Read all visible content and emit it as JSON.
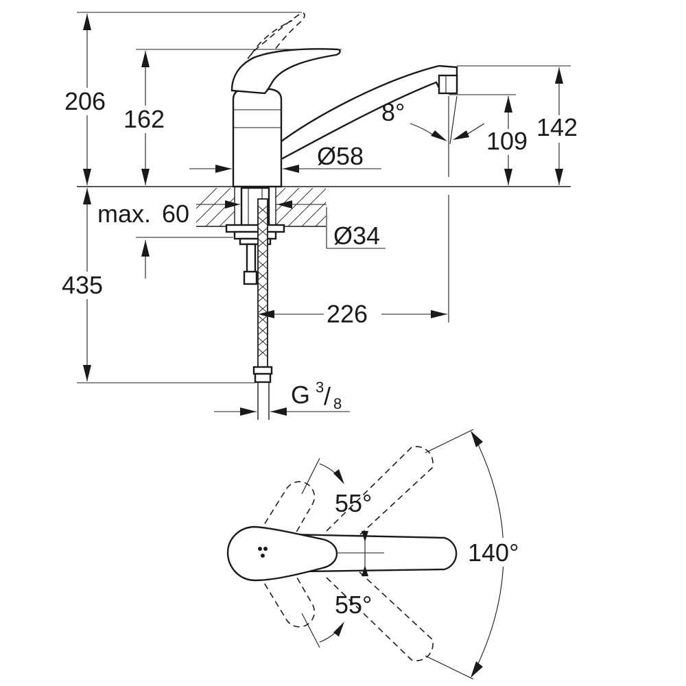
{
  "side_view": {
    "overall_height": "206",
    "lever_height": "162",
    "spout_height": "142",
    "outlet_clearance": "109",
    "outlet_angle": "8°",
    "body_diameter": "Ø58",
    "max_deck_thickness_prefix": "max.",
    "max_deck_thickness": "60",
    "shank_diameter": "Ø34",
    "hose_length": "435",
    "spout_reach": "226",
    "connection_thread": "G",
    "connection_numerator": "3",
    "connection_slash": "/",
    "connection_denominator": "8"
  },
  "plan_view": {
    "swing_angle_upper": "55°",
    "swing_angle_lower": "55°",
    "total_swing_angle": "140°"
  }
}
